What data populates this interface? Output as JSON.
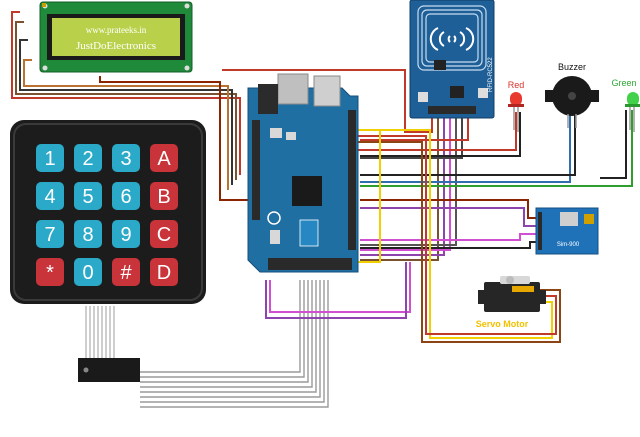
{
  "lcd": {
    "line1": "www.prateeks.in",
    "line2": "JustDoElectronics"
  },
  "keypad": {
    "keys": [
      [
        "1",
        "2",
        "3",
        "A"
      ],
      [
        "4",
        "5",
        "6",
        "B"
      ],
      [
        "7",
        "8",
        "9",
        "C"
      ],
      [
        "*",
        "0",
        "#",
        "D"
      ]
    ]
  },
  "labels": {
    "red_led": "Red",
    "green_led": "Green",
    "buzzer": "Buzzer",
    "servo": "Servo Motor",
    "sim": "Sim-900",
    "rfid": "RFID-RC522"
  },
  "colors": {
    "keypad_body": "#1c1c1c",
    "key_blue": "#2aa9c9",
    "key_red": "#c9333a",
    "lcd_screen": "#b9d14a",
    "arduino": "#1f6fa3",
    "rfid": "#1e5f98",
    "sim": "#1f72b8",
    "servo_label": "#f2c200"
  }
}
